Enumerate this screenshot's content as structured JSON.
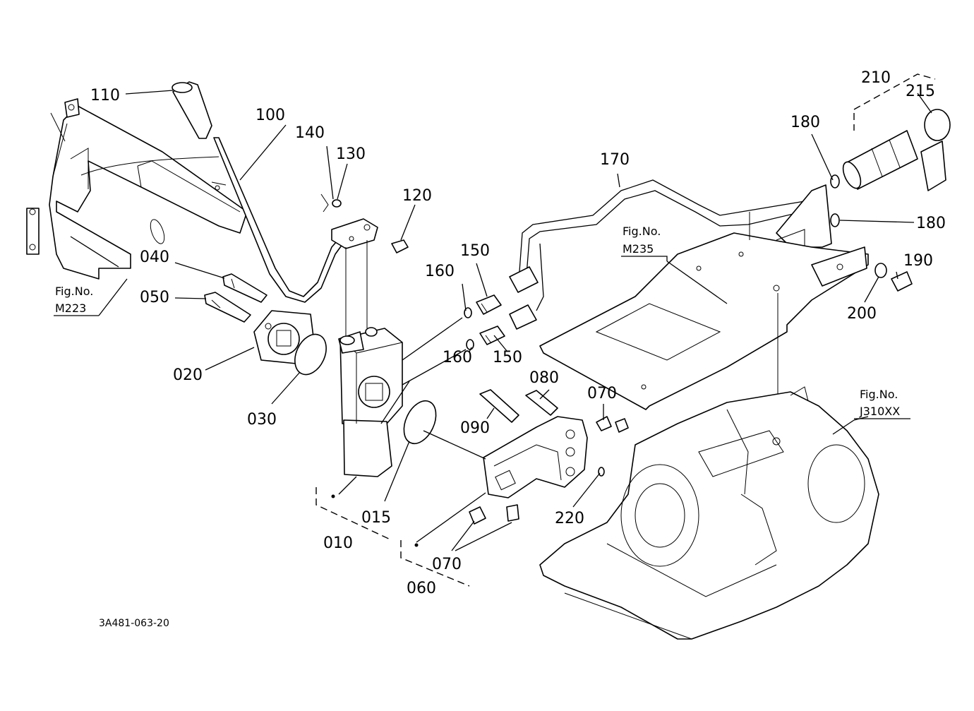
{
  "drawing_code": "3A481-063-20",
  "fig_refs": [
    {
      "title": "Fig.No.",
      "number": "M223"
    },
    {
      "title": "Fig.No.",
      "number": "M235"
    },
    {
      "title": "Fig.No.",
      "number": "J310XX"
    }
  ],
  "callouts": {
    "c010": "010",
    "c015": "015",
    "c020": "020",
    "c030": "030",
    "c040": "040",
    "c050": "050",
    "c060": "060",
    "c070a": "070",
    "c070b": "070",
    "c080": "080",
    "c090": "090",
    "c100": "100",
    "c110": "110",
    "c120": "120",
    "c130": "130",
    "c140": "140",
    "c150a": "150",
    "c150b": "150",
    "c160a": "160",
    "c160b": "160",
    "c170": "170",
    "c180a": "180",
    "c180b": "180",
    "c190": "190",
    "c200": "200",
    "c210": "210",
    "c215": "215",
    "c220": "220"
  }
}
